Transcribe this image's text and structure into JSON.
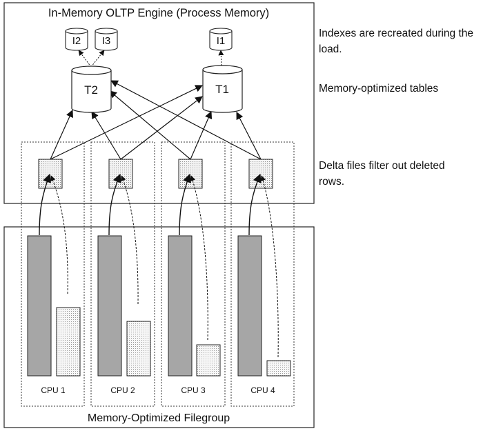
{
  "engine": {
    "title": "In-Memory OLTP Engine (Process Memory)"
  },
  "filegroup": {
    "title": "Memory-Optimized Filegroup"
  },
  "indexes": [
    {
      "label": "I2"
    },
    {
      "label": "I3"
    },
    {
      "label": "I1"
    }
  ],
  "tables": [
    {
      "label": "T2"
    },
    {
      "label": "T1"
    }
  ],
  "cpus": [
    {
      "label": "CPU 1",
      "data_fill": 1.0,
      "delta_fill": 0.49
    },
    {
      "label": "CPU 2",
      "data_fill": 1.0,
      "delta_fill": 0.39
    },
    {
      "label": "CPU 3",
      "data_fill": 1.0,
      "delta_fill": 0.22
    },
    {
      "label": "CPU 4",
      "data_fill": 1.0,
      "delta_fill": 0.11
    }
  ],
  "annotations": {
    "indexes_line1": "Indexes are recreated during the",
    "indexes_line2": "load.",
    "tables": "Memory-optimized tables",
    "delta_line1": "Delta files filter out deleted",
    "delta_line2": "rows."
  },
  "colors": {
    "data_bar": "#a6a6a6",
    "delta_bar": "#ececec",
    "stroke": "#222222"
  }
}
